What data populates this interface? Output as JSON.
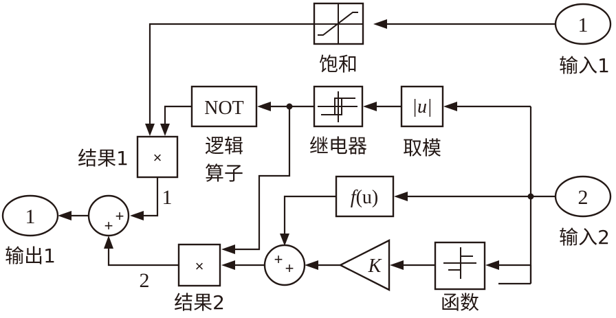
{
  "diagram": {
    "inputs": [
      {
        "number": "1",
        "label": "输入1"
      },
      {
        "number": "2",
        "label": "输入2"
      }
    ],
    "outputs": [
      {
        "number": "1",
        "label": "输出1"
      }
    ],
    "blocks": {
      "saturation": {
        "label": "饱和",
        "icon": "saturation-icon"
      },
      "relay": {
        "label": "继电器",
        "icon": "relay-hysteresis-icon"
      },
      "abs": {
        "text": "|u|",
        "label": "取模"
      },
      "logic": {
        "text": "NOT",
        "label_line1": "逻辑",
        "label_line2": "算子"
      },
      "product1": {
        "symbol": "×",
        "label": "结果1"
      },
      "product2": {
        "symbol": "×",
        "label": "结果2"
      },
      "fcn": {
        "text_f": "f",
        "text_args": "(u)"
      },
      "gain": {
        "text": "K"
      },
      "deadzone": {
        "label": "函数",
        "icon": "dead-zone-icon"
      },
      "sum_out": {
        "signs": [
          "+",
          "+"
        ]
      },
      "sum_mid": {
        "signs": [
          "+",
          "+"
        ]
      }
    },
    "port_labels": {
      "product1_out": "1",
      "product2_out": "2"
    }
  }
}
